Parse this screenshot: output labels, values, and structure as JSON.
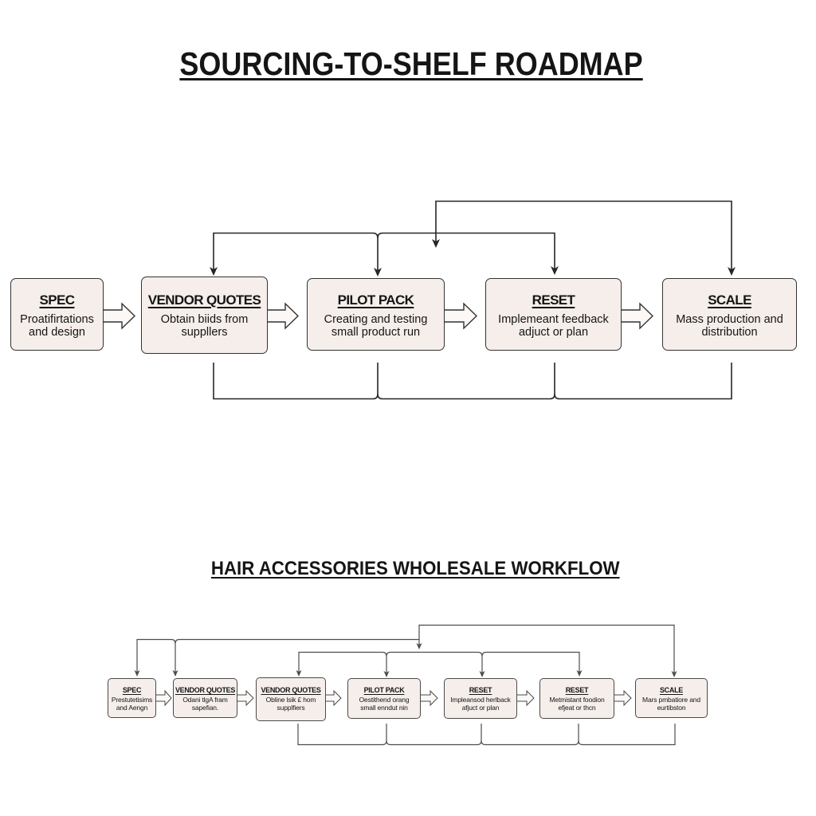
{
  "diagrams": [
    {
      "title": "SOURCING-TO-SHELF ROADMAP",
      "steps": [
        {
          "title": "SPEC",
          "description": [
            "Proatifirtations",
            "and design"
          ]
        },
        {
          "title": "VENDOR QUOTES",
          "description": [
            "Obtain biids from",
            "suppllers"
          ]
        },
        {
          "title": "PILOT PACK",
          "description": [
            "Creating and testing",
            "small product run"
          ]
        },
        {
          "title": "RESET",
          "description": [
            "Implemeant feedback",
            "adjuct or plan"
          ]
        },
        {
          "title": "SCALE",
          "description": [
            "Mass production and",
            "distribution"
          ]
        }
      ]
    },
    {
      "title": "HAIR ACCESSORIES WHOLESALE WORKFLOW",
      "steps": [
        {
          "title": "SPEC",
          "description": [
            "Prestutetisims",
            "and Aengn"
          ]
        },
        {
          "title": "VENDOR QUOTES",
          "description": [
            "Odani tlgA fram",
            "sapefian."
          ]
        },
        {
          "title": "VENDOR QUOTES",
          "description": [
            "Obline lsik £ hom",
            "supplfiers"
          ]
        },
        {
          "title": "PILOT PACK",
          "description": [
            "Oestithend orang",
            "small enndut nin"
          ]
        },
        {
          "title": "RESET",
          "description": [
            "Impleansod herlback",
            "afjuct or plan"
          ]
        },
        {
          "title": "RESET",
          "description": [
            "Metmistant foodion",
            "efjeat or thcn"
          ]
        },
        {
          "title": "SCALE",
          "description": [
            "Mars pmbatiore and",
            "eurtibston"
          ]
        }
      ]
    }
  ],
  "theme": {
    "page_bg": "#ffffff",
    "text": "#151515",
    "box_fill": "#f5eeea",
    "box_border": "#333333",
    "box_border_small": "#4a4a4a",
    "connector": "#262626",
    "connector_light": "#4d4d4d",
    "arrow_fill": "#fbf8f6"
  }
}
